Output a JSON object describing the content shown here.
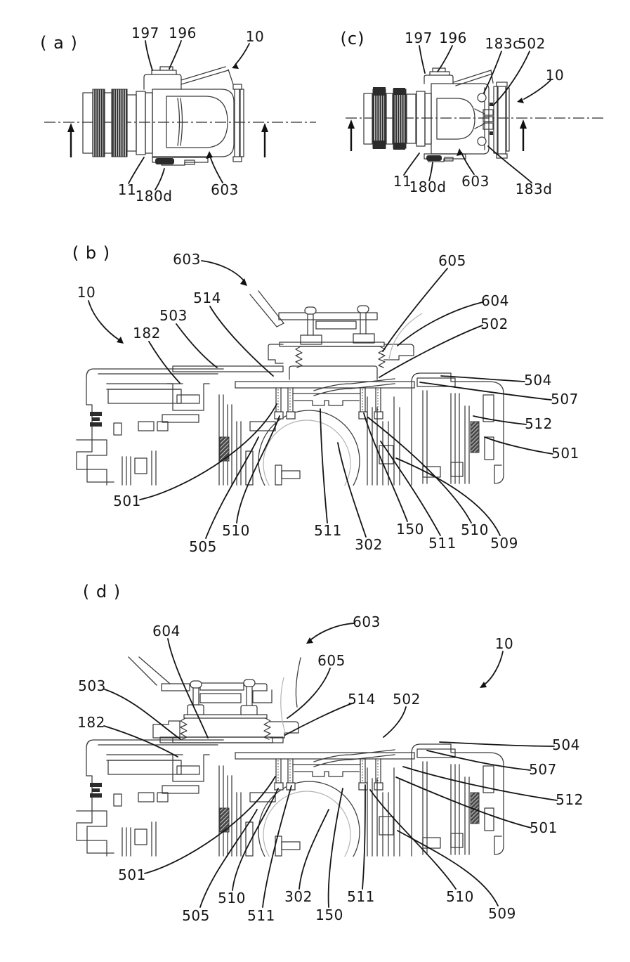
{
  "document": {
    "kind": "patent figure sheet",
    "background": "#ffffff",
    "ink_color": "#3a3a3a",
    "leader_color": "#151515",
    "faint_color": "#b3b3b3"
  },
  "panels": {
    "a": {
      "tag": "( a )",
      "labels": [
        "197",
        "196",
        "10",
        "11",
        "180d",
        "603"
      ]
    },
    "c": {
      "tag": "(c)",
      "labels": [
        "197",
        "196",
        "183c",
        "502",
        "10",
        "11",
        "180d",
        "603",
        "183d"
      ]
    },
    "b": {
      "tag": "( b )",
      "labels": [
        "603",
        "10",
        "514",
        "503",
        "182",
        "605",
        "604",
        "502",
        "504",
        "507",
        "512",
        "501",
        "501",
        "505",
        "510",
        "511",
        "302",
        "150",
        "511",
        "510",
        "509"
      ]
    },
    "d": {
      "tag": "( d )",
      "labels": [
        "604",
        "603",
        "10",
        "605",
        "503",
        "514",
        "502",
        "182",
        "504",
        "507",
        "512",
        "501",
        "501",
        "505",
        "510",
        "511",
        "302",
        "150",
        "511",
        "510",
        "509"
      ]
    }
  }
}
